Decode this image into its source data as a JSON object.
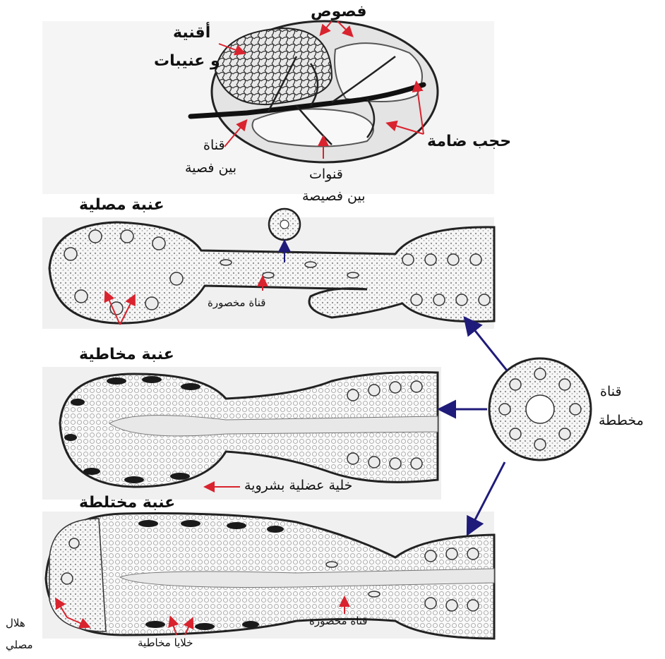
{
  "labels": {
    "lobules": "فصوص",
    "ducts_acini_1": "أقنية",
    "ducts_acini_2": "و عنيبات",
    "capsule": "حجب ضامة",
    "interlobar_duct_1": "قناة",
    "interlobar_duct_2": "بين فصية",
    "intralobular_ducts_1": "قنوات",
    "intralobular_ducts_2": "بين فصيصة",
    "serous_acinus": "عنبة مصلية",
    "intercalated_duct_top": "قناة مخصورة",
    "mucous_acinus": "عنبة مخاطية",
    "myoepithelial_cell": "خلية عضلية بشروية",
    "mixed_acinus": "عنبة مختلطة",
    "striated_duct_1": "قناة",
    "striated_duct_2": "مخططة",
    "serous_demilune_1": "هلال",
    "serous_demilune_2": "مصلي",
    "mucous_cells": "خلايا مخاطية",
    "intercalated_duct_bottom": "قناة مخصورة"
  },
  "colors": {
    "pointer": "#d9232e",
    "arrow": "#1f1b7a",
    "tissue": "#f3f3f3",
    "ink": "#222222"
  }
}
